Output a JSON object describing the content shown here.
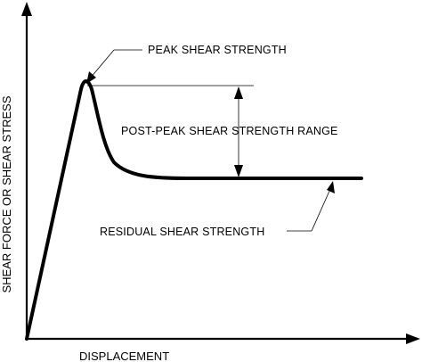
{
  "diagram": {
    "y_axis_label": "SHEAR FORCE OR SHEAR STRESS",
    "x_axis_label": "DISPLACEMENT",
    "annotations": {
      "peak": "PEAK SHEAR STRENGTH",
      "range": "POST-PEAK SHEAR STRENGTH RANGE",
      "residual": "RESIDUAL SHEAR STRENGTH"
    },
    "colors": {
      "ink": "#000000",
      "background": "#ffffff"
    }
  }
}
